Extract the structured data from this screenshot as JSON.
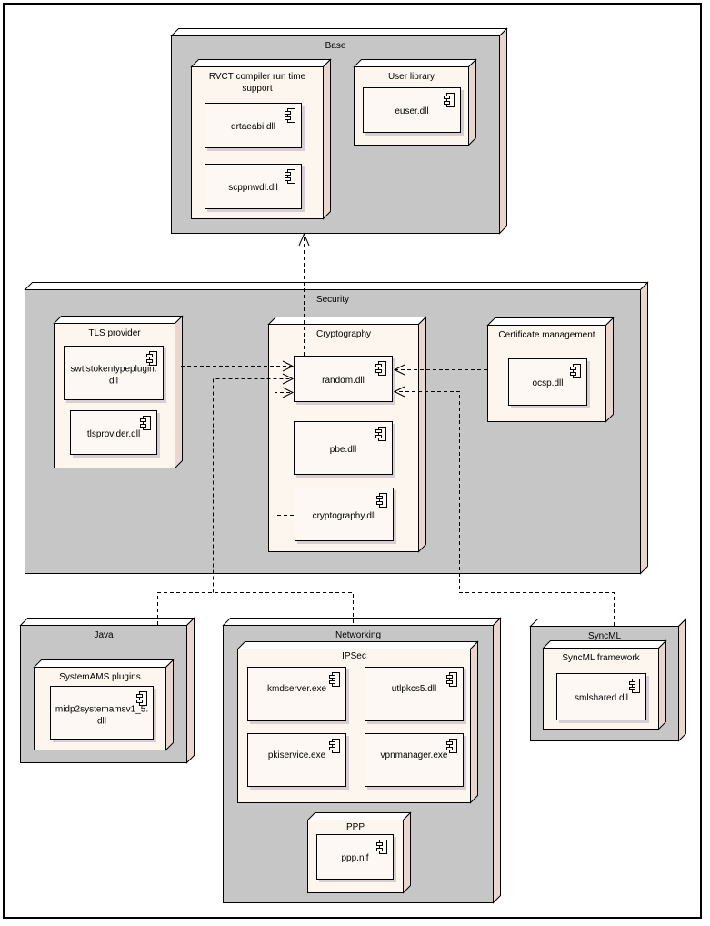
{
  "diagram": {
    "type": "UML deployment diagram",
    "nodes": {
      "base": {
        "title": "Base",
        "rvct": {
          "title": "RVCT compiler run time\nsupport",
          "components": [
            "drtaeabi.dll",
            "scppnwdl.dll"
          ]
        },
        "user_library": {
          "title": "User library",
          "components": [
            "euser.dll"
          ]
        }
      },
      "security": {
        "title": "Security",
        "tls_provider": {
          "title": "TLS provider",
          "components": [
            "swtlstokentypeplugin.\ndll",
            "tlsprovider.dll"
          ]
        },
        "cryptography": {
          "title": "Cryptography",
          "components": [
            "random.dll",
            "pbe.dll",
            "cryptography.dll"
          ]
        },
        "certificate_management": {
          "title": "Certificate management",
          "components": [
            "ocsp.dll"
          ]
        }
      },
      "java": {
        "title": "Java",
        "systemams": {
          "title": "SystemAMS plugins",
          "components": [
            "midp2systemamsv1_5.\ndll"
          ]
        }
      },
      "networking": {
        "title": "Networking",
        "ipsec": {
          "title": "IPSec",
          "components": [
            "kmdserver.exe",
            "utlpkcs5.dll",
            "pkiservice.exe",
            "vpnmanager.exe"
          ]
        },
        "ppp": {
          "title": "PPP",
          "components": [
            "ppp.nif"
          ]
        }
      },
      "syncml": {
        "title": "SyncML",
        "framework": {
          "title": "SyncML framework",
          "components": [
            "smlshared.dll"
          ]
        }
      }
    },
    "dependencies": [
      {
        "from": "random.dll",
        "to": "Base"
      },
      {
        "from": "TLS provider",
        "to": "random.dll"
      },
      {
        "from": "Java",
        "to": "random.dll"
      },
      {
        "from": "Networking",
        "to": "random.dll"
      },
      {
        "from": "pbe.dll",
        "to": "random.dll"
      },
      {
        "from": "cryptography.dll",
        "to": "random.dll"
      },
      {
        "from": "Certificate management",
        "to": "random.dll"
      },
      {
        "from": "SyncML",
        "to": "random.dll"
      }
    ],
    "colors": {
      "outer_node_face": "#c6c6c6",
      "inner_node_face": "#fdf6ef",
      "node_depth": "#e8d6cf",
      "component_face": "#fdf8f3",
      "line": "#000000"
    }
  }
}
